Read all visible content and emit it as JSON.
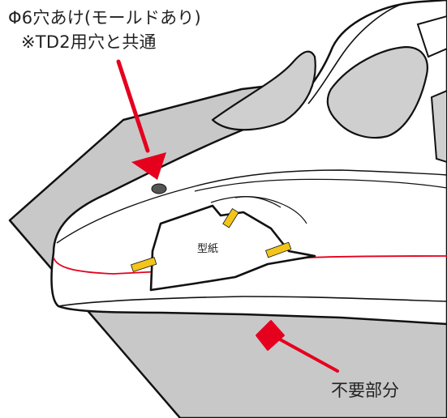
{
  "annotations": {
    "hole_line1": "Φ6穴あけ(モールドあり)",
    "hole_line2": "※TD2用穴と共通",
    "template_label": "型紙",
    "waste_label": "不要部分"
  },
  "colors": {
    "waste_region": "#c8c8c8",
    "pointer_red": "#e5001e",
    "tape_yellow": "#f3c51b",
    "outline": "#111111",
    "inner_shadow": "#cfcfcf",
    "hole": "#555555"
  },
  "icons": {
    "hole_pointer": "red-arrow-icon",
    "waste_pointer": "red-diamond-pointer-icon",
    "tape": "yellow-tape-strip-icon"
  }
}
